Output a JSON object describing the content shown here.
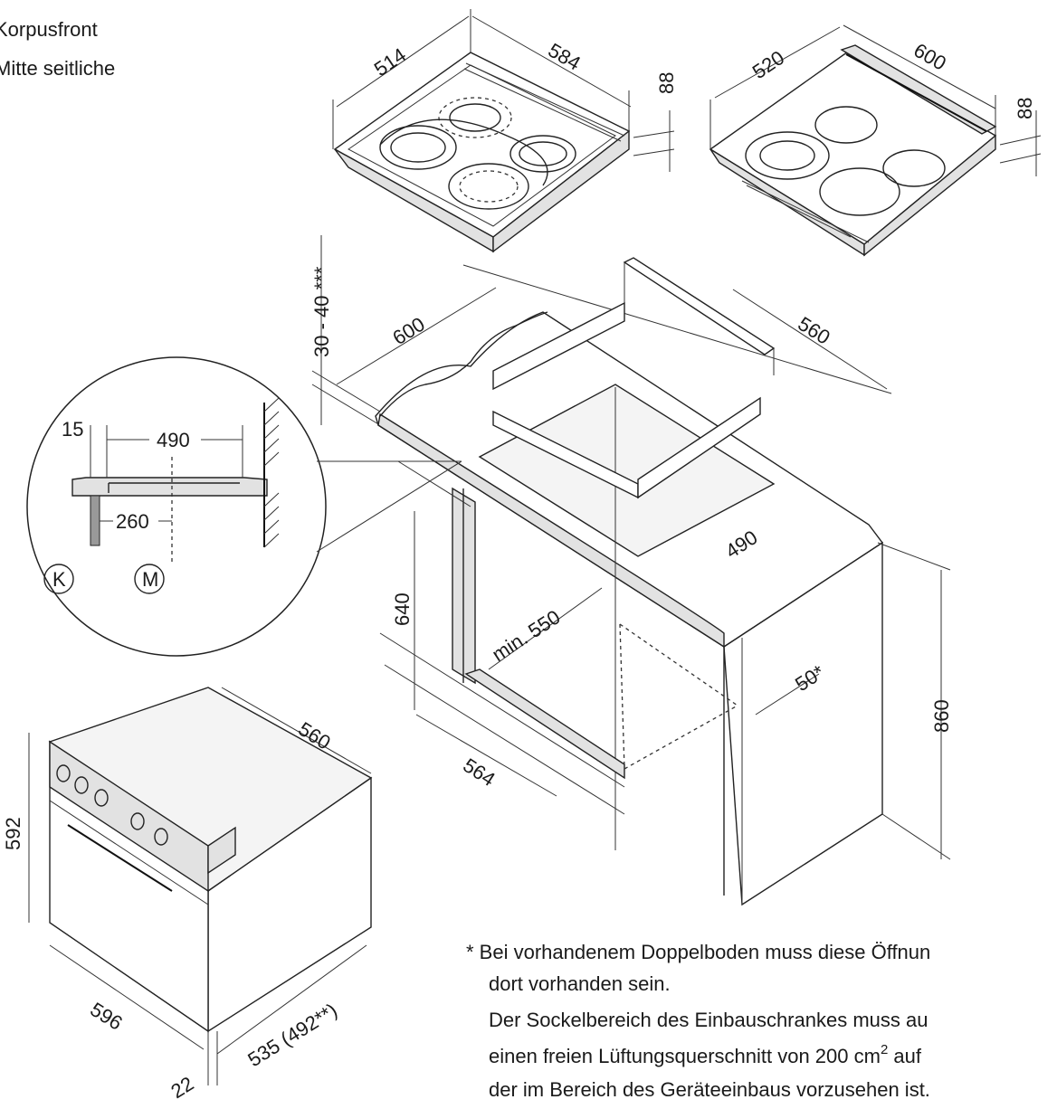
{
  "labels": {
    "top_left_line1": "Korpusfront",
    "top_left_line2": "Mitte seitliche",
    "marker_k": "K",
    "marker_m": "M"
  },
  "dimensions": {
    "hob1_depth": "514",
    "hob1_width": "584",
    "hob1_height": "88",
    "hob2_depth": "520",
    "hob2_width": "600",
    "hob2_height": "88",
    "worktop_thickness": "30 - 40 ***",
    "worktop_depth": "600",
    "cutout_width": "560",
    "cutout_depth": "490",
    "detail_edge": "15",
    "detail_cutout": "490",
    "detail_center": "260",
    "niche_height": "640",
    "niche_min_depth": "min. 550",
    "vent_opening": "50*",
    "cabinet_height": "860",
    "niche_width": "564",
    "oven_width_top": "560",
    "oven_height": "592",
    "oven_width": "596",
    "oven_depth": "535 (492**)",
    "oven_front": "22"
  },
  "notes": {
    "line1": "* Bei vorhandenem Doppelboden muss diese Öffnun",
    "line2": "dort vorhanden sein.",
    "line3": "Der Sockelbereich des Einbauschrankes muss au",
    "line4a": "einen freien Lüftungsquerschnitt von 200 cm",
    "line4sup": "2",
    "line4b": " auf",
    "line5": "der im Bereich des Geräteeinbaus vorzusehen ist."
  }
}
